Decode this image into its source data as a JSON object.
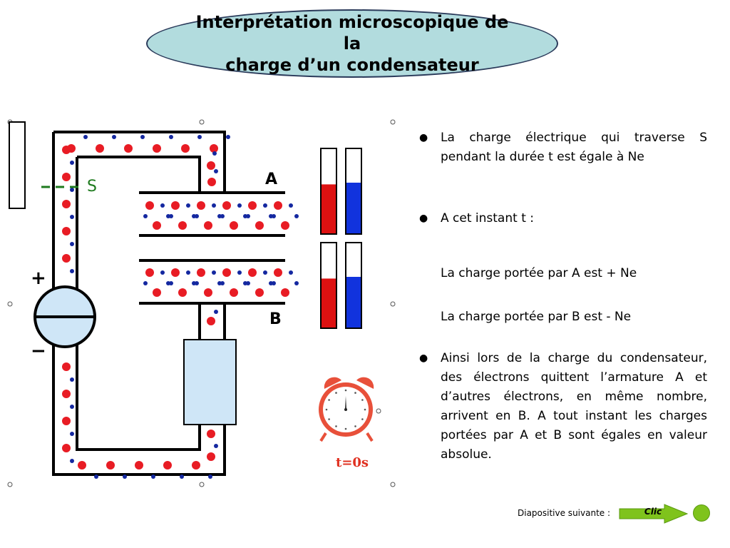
{
  "title": {
    "line1": "Interprétation microscopique de la",
    "line2": "charge d’un condensateur"
  },
  "diagram": {
    "switch_label": "S",
    "plate_a_label": "A",
    "plate_b_label": "B",
    "plus_label": "+",
    "minus_label": "−",
    "timer_label": "t=0s",
    "gauges": [
      {
        "name": "plate-a-positive",
        "color": "#dd1111",
        "level": 0.58
      },
      {
        "name": "plate-a-negative",
        "color": "#1133dd",
        "level": 0.6
      },
      {
        "name": "plate-b-positive",
        "color": "#dd1111",
        "level": 0.58
      },
      {
        "name": "plate-b-negative",
        "color": "#1133dd",
        "level": 0.6
      }
    ],
    "colors": {
      "positive_charge": "#e81c24",
      "electron": "#1428a0",
      "wire": "#000000",
      "generator_fill": "#cfe6f7",
      "resistor_fill": "#cfe6f7",
      "switch_color": "#1e7a1e",
      "clock_red": "#e8503a"
    }
  },
  "text": {
    "bullet1": "La charge électrique qui traverse S pendant la durée t est égale à Ne",
    "bullet2": "A cet instant t :",
    "line_a": "La charge portée par A est + Ne",
    "line_b": "La charge portée par B est - Ne",
    "bullet3": "Ainsi lors de la charge du condensateur, des électrons quittent l’armature A et d’autres électrons, en même nombre, arrivent en B. A tout instant les charges portées par A et B sont égales en valeur absolue."
  },
  "navigation": {
    "next_label": "Diapositive suivante :",
    "clic_label": "Clic",
    "accent": "#7fc31c"
  }
}
